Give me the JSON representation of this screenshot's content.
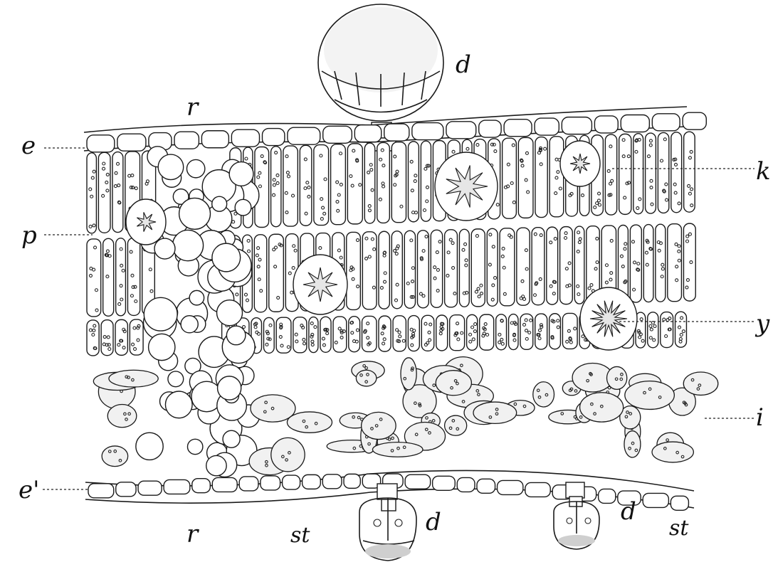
{
  "figure": {
    "labels": {
      "e_upper": "e",
      "p": "p",
      "r_upper": "r",
      "d_top": "d",
      "k_right": "k",
      "y_right": "y",
      "i_right": "i",
      "e_lower": "e'",
      "r_lower": "r",
      "st_left": "st",
      "st_right": "st",
      "d_bottom_left": "d",
      "d_bottom_right": "d"
    },
    "colors": {
      "ink": "#1a1a1a",
      "paper": "#ffffff",
      "stipple": "#555555"
    }
  }
}
